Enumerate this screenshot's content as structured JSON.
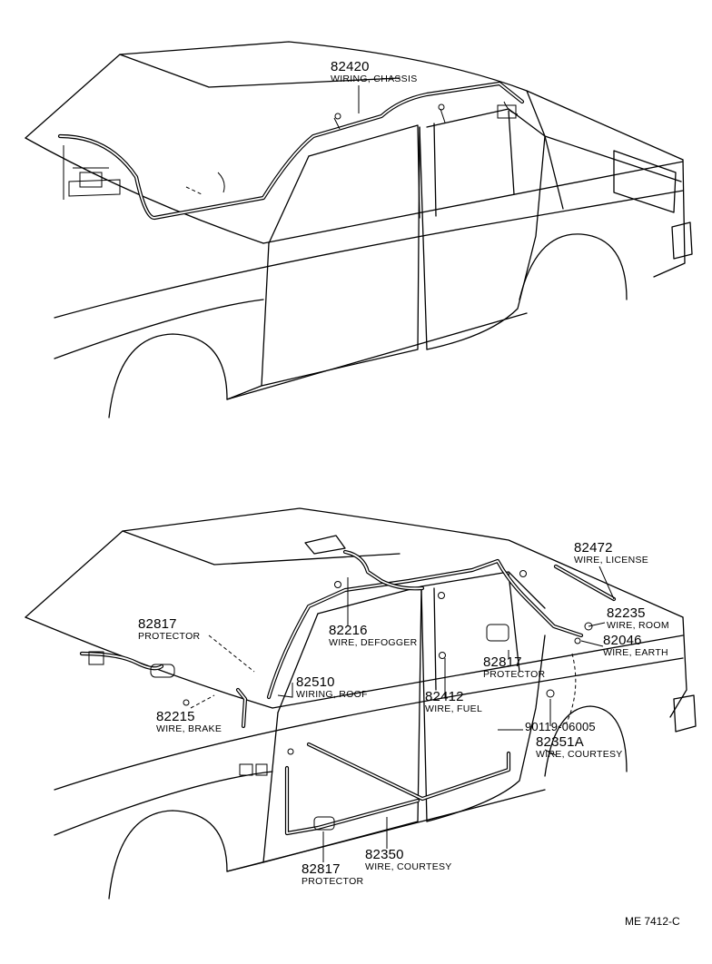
{
  "top_diagram": {
    "parts": [
      {
        "number": "82420",
        "description": "WIRING, CHASSIS"
      }
    ]
  },
  "bottom_diagram": {
    "parts": [
      {
        "number": "82472",
        "description": "WIRE, LICENSE"
      },
      {
        "number": "82817",
        "description": "PROTECTOR"
      },
      {
        "number": "82235",
        "description": "WIRE, ROOM"
      },
      {
        "number": "82216",
        "description": "WIRE, DEFOGGER"
      },
      {
        "number": "82046",
        "description": "WIRE, EARTH"
      },
      {
        "number": "82817",
        "description": "PROTECTOR"
      },
      {
        "number": "82510",
        "description": "WIRING, ROOF"
      },
      {
        "number": "82412",
        "description": "WIRE, FUEL"
      },
      {
        "number": "82215",
        "description": "WIRE, BRAKE"
      },
      {
        "number": "90119-06005",
        "description": ""
      },
      {
        "number": "82351A",
        "description": "WIRE, COURTESY"
      },
      {
        "number": "82350",
        "description": "WIRE, COURTESY"
      },
      {
        "number": "82817",
        "description": "PROTECTOR"
      }
    ]
  },
  "drawing_ref": "ME 7412-C"
}
